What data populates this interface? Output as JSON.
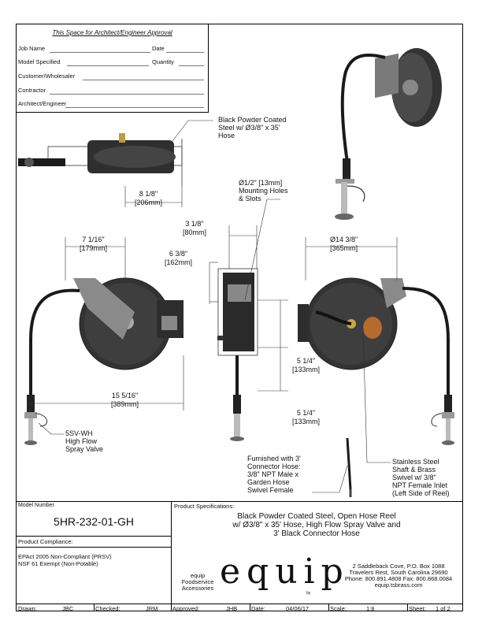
{
  "approval": {
    "title": "This Space for Architect/Engineer Approval",
    "job_name": "Job Name",
    "date": "Date",
    "model_specified": "Model Specified",
    "quantity": "Quantity",
    "customer": "Customer/Wholesaler",
    "contractor": "Contractor",
    "architect": "Architect/Engineer"
  },
  "callouts": {
    "hose": "Black Powder Coated\nSteel w/ Ø3/8\" x 35'\nHose",
    "mounting": "Ø1/2\" [13mm]\nMounting Holes\n& Slots",
    "valve": "5SV-WH\nHigh Flow\nSpray Valve",
    "connector": "Furnished with 3'\nConnector Hose:\n3/8\" NPT Male x\nGarden Hose\nSwivel Female",
    "shaft": "Stainless Steel\nShaft & Brass\nSwivel w/ 3/8\"\nNPT Female Inlet\n(Left Side of Reel)"
  },
  "dimensions": {
    "top_width": [
      "8 1/8\"",
      "[206mm]"
    ],
    "side_depth": [
      "3 1/8\"",
      "[80mm]"
    ],
    "front_offset": [
      "6 3/8\"",
      "[162mm]"
    ],
    "front_arm": [
      "7 1/16\"",
      "[179mm]"
    ],
    "reel_dia": [
      "Ø14 3/8\"",
      "[365mm]"
    ],
    "front_width": [
      "15 5/16\"",
      "[389mm]"
    ],
    "side_a": [
      "5 1/4\"",
      "[133mm]"
    ],
    "side_b": [
      "5 1/4\"",
      "[133mm]"
    ]
  },
  "model": {
    "label": "Model Number",
    "number": "5HR-232-01-GH"
  },
  "compliance": {
    "label": "Product Compliance:",
    "line1": "EPAct 2005 Non-Compliant (PRSV)",
    "line2": "NSF 61 Exempt (Non-Potable)"
  },
  "specs": {
    "label": "Product Specifications:",
    "line1": "Black Powder Coated Steel, Open Hose Reel",
    "line2": "w/ Ø3/8\" x 35' Hose, High Flow Spray Valve and",
    "line3": "3' Black Connector Hose"
  },
  "brand": {
    "left1": "equip",
    "left2": "Foodservice",
    "left3": "Accessories",
    "logo": "equip",
    "by": "by",
    "address1": "2 Saddleback Cove, P.O. Box 1088",
    "address2": "Travelers Rest, South Carolina 29690",
    "address3": "Phone: 800.891.4808  Fax: 800.868.0084",
    "address4": "equip.tsbrass.com"
  },
  "titleblock": {
    "drawn_label": "Drawn:",
    "drawn": "JBC",
    "checked_label": "Checked:",
    "checked": "JRM",
    "approved_label": "Approved:",
    "approved": "JHB",
    "date_label": "Date:",
    "date": "04/06/17",
    "scale_label": "Scale:",
    "scale": "1:8",
    "sheet_label": "Sheet:",
    "sheet": "1  of  2"
  },
  "colors": {
    "reel": "#3a3a3a",
    "frame": "#8a8a8a",
    "hose": "#1a1a1a",
    "accent": "#c0632b"
  }
}
